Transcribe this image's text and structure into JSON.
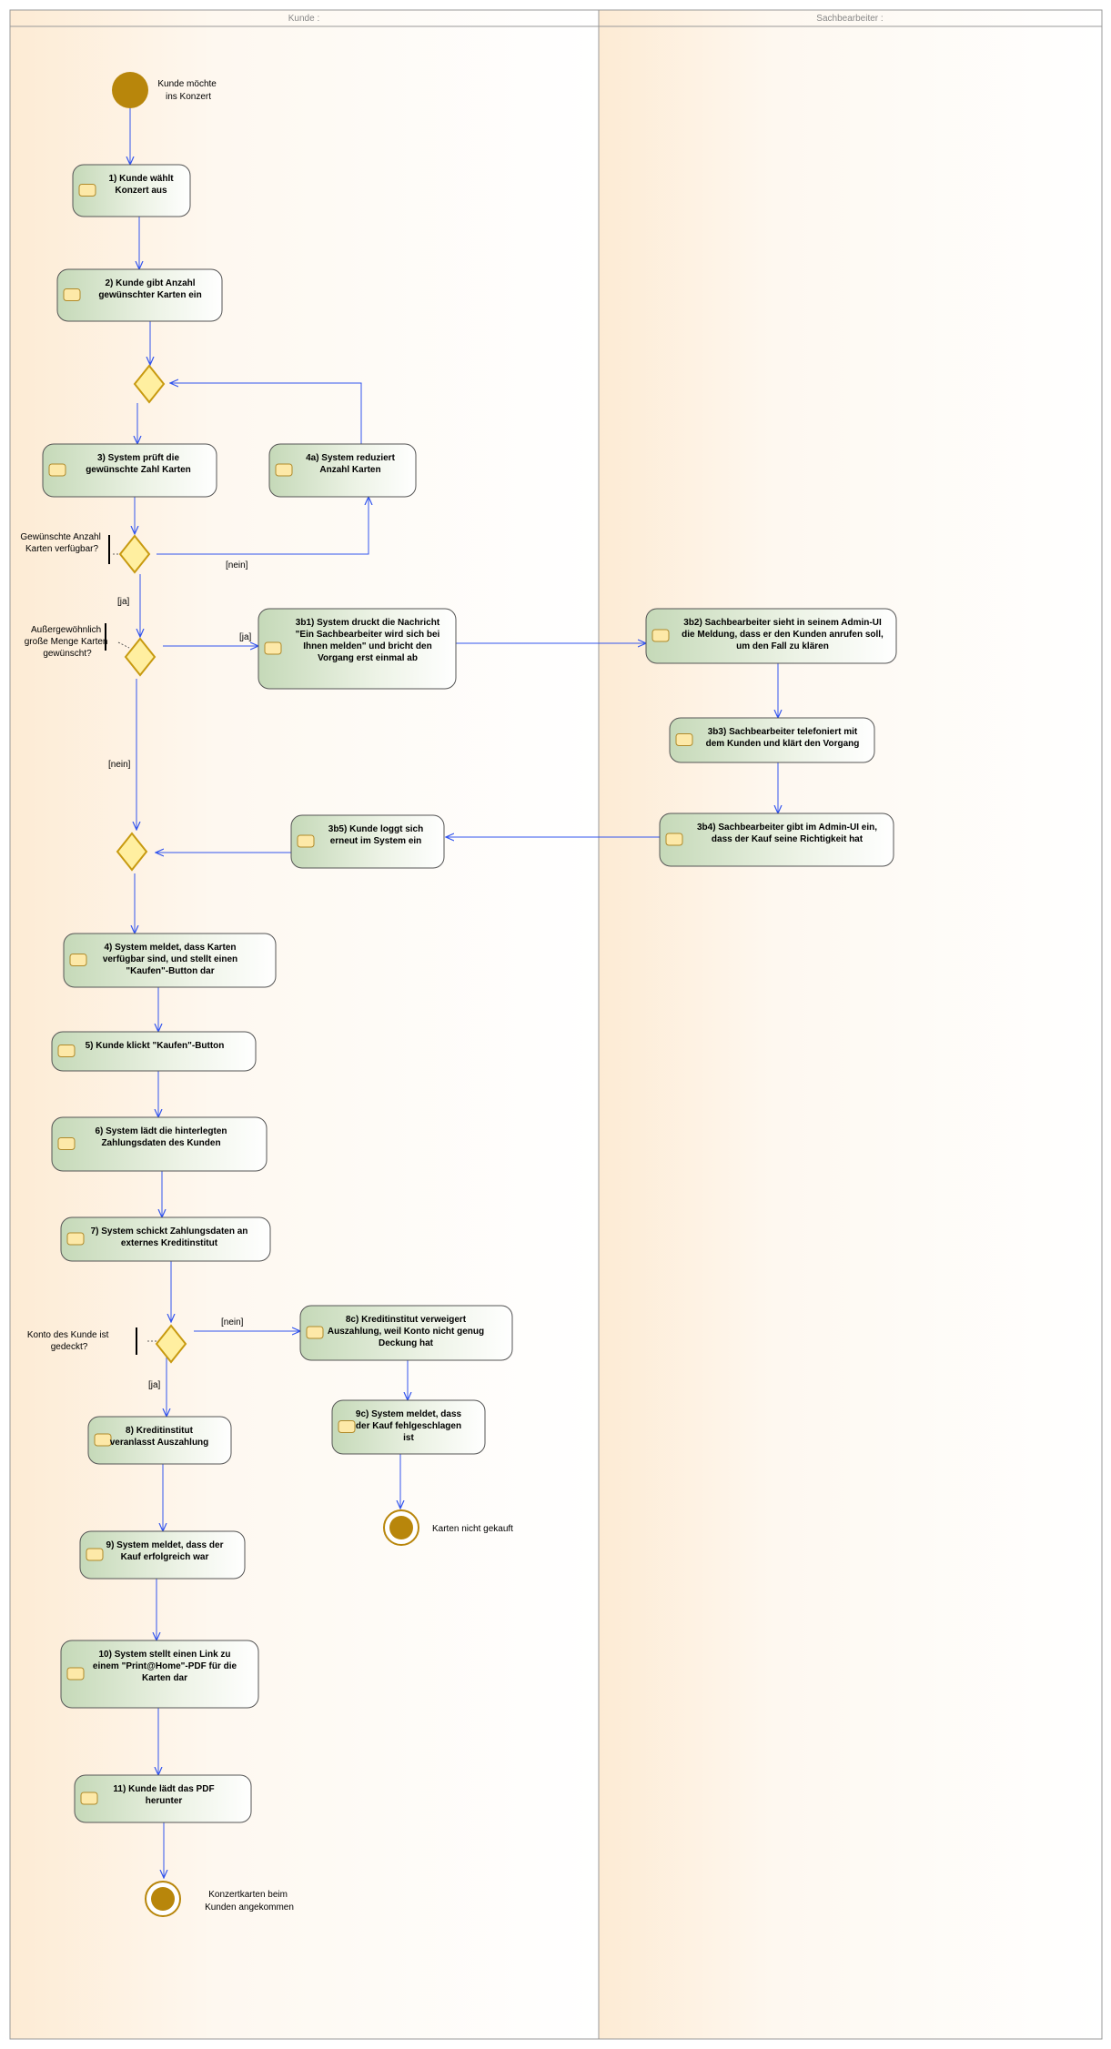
{
  "lanes": [
    {
      "title": "Kunde :"
    },
    {
      "title": "Sachbearbeiter :"
    }
  ],
  "colors": {
    "flow": "#3355ee",
    "initial": "#b8860b",
    "decision_fill": "#ffefa0",
    "decision_stroke": "#c89a10",
    "lane_border": "#999999",
    "activity_stroke": "#555555"
  },
  "activities": {
    "a1": [
      "1) Kunde wählt",
      "Konzert aus"
    ],
    "a2": [
      "2) Kunde gibt Anzahl",
      "gewünschter Karten ein"
    ],
    "a3": [
      "3) System prüft die",
      "gewünschte Zahl Karten"
    ],
    "a4a": [
      "4a) System reduziert",
      "Anzahl Karten"
    ],
    "a3b1": [
      "3b1) System druckt die Nachricht",
      "\"Ein Sachbearbeiter wird sich bei",
      "Ihnen melden\" und bricht den",
      "Vorgang erst einmal ab"
    ],
    "a3b2": [
      "3b2) Sachbearbeiter sieht in seinem Admin-UI",
      "die Meldung, dass er den Kunden anrufen soll,",
      "um den Fall zu klären"
    ],
    "a3b3": [
      "3b3) Sachbearbeiter telefoniert mit",
      "dem Kunden und klärt den Vorgang"
    ],
    "a3b4": [
      "3b4) Sachbearbeiter gibt im Admin-UI ein,",
      "dass der Kauf seine Richtigkeit hat"
    ],
    "a3b5": [
      "3b5) Kunde loggt sich",
      "erneut im System ein"
    ],
    "a4": [
      "4) System meldet, dass Karten",
      "verfügbar sind, und stellt einen",
      "\"Kaufen\"-Button dar"
    ],
    "a5": [
      "5) Kunde klickt \"Kaufen\"-Button"
    ],
    "a6": [
      "6) System lädt die hinterlegten",
      "Zahlungsdaten des Kunden"
    ],
    "a7": [
      "7) System schickt Zahlungsdaten an",
      "externes Kreditinstitut"
    ],
    "a8c": [
      "8c) Kreditinstitut verweigert",
      "Auszahlung, weil Konto nicht genug",
      "Deckung hat"
    ],
    "a9c": [
      "9c) System meldet, dass",
      "der Kauf fehlgeschlagen",
      "ist"
    ],
    "a8": [
      "8) Kreditinstitut",
      "veranlasst Auszahlung"
    ],
    "a9": [
      "9) System meldet, dass der",
      "Kauf erfolgreich war"
    ],
    "a10": [
      "10) System stellt einen Link zu",
      "einem \"Print@Home\"-PDF für die",
      "Karten dar"
    ],
    "a11": [
      "11) Kunde lädt das PDF",
      "herunter"
    ]
  },
  "notes": {
    "start": [
      "Kunde möchte",
      "ins Konzert"
    ],
    "d2": [
      "Gewünschte Anzahl",
      "Karten verfügbar?"
    ],
    "d3": [
      "Außergewöhnlich",
      "große Menge Karten",
      "gewünscht?"
    ],
    "d5": [
      "Konto des Kunde ist",
      "gedeckt?"
    ],
    "end_fail": [
      "Karten nicht gekauft"
    ],
    "end_ok": [
      "Konzertkarten beim",
      "Kunden angekommen"
    ]
  },
  "guards": {
    "d2_no": "[nein]",
    "d2_yes": "[ja]",
    "d3_yes": "[ja]",
    "d3_no": "[nein]",
    "d5_no": "[nein]",
    "d5_yes": "[ja]"
  }
}
